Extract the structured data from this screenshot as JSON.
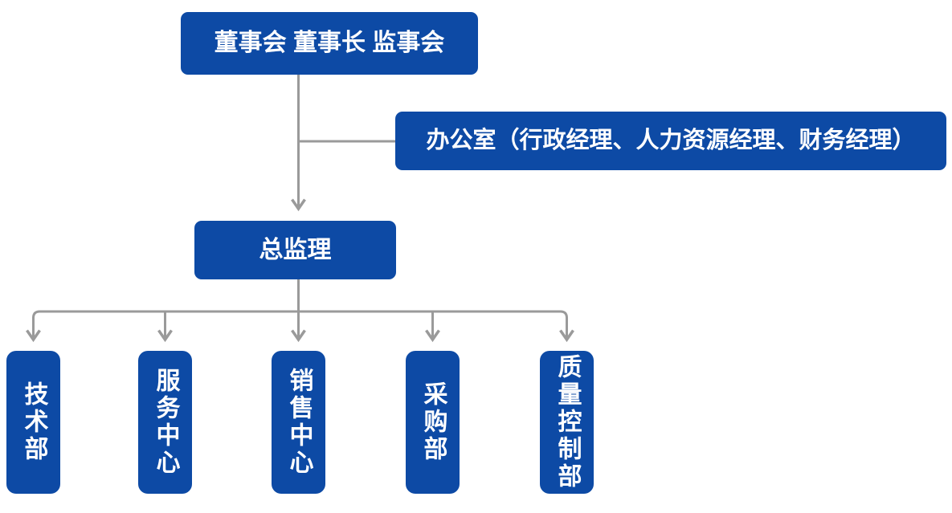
{
  "chart": {
    "nodes": {
      "board": "董事会 董事长 监事会",
      "office": "办公室（行政经理、人力资源经理、财务经理）",
      "chief_supervisor": "总监理",
      "departments": [
        "技术部",
        "服务中心",
        "销售中心",
        "采购部",
        "质量控制部"
      ]
    },
    "edges": [
      {
        "from": "board",
        "to": "office",
        "arrow": false
      },
      {
        "from": "board",
        "to": "chief_supervisor",
        "arrow": true
      },
      {
        "from": "chief_supervisor",
        "to": "技术部",
        "arrow": true
      },
      {
        "from": "chief_supervisor",
        "to": "服务中心",
        "arrow": true
      },
      {
        "from": "chief_supervisor",
        "to": "销售中心",
        "arrow": true
      },
      {
        "from": "chief_supervisor",
        "to": "采购部",
        "arrow": true
      },
      {
        "from": "chief_supervisor",
        "to": "质量控制部",
        "arrow": true
      }
    ],
    "colors": {
      "node_fill": "#0d4aa5",
      "node_text": "#ffffff",
      "connector": "#9a9a9a",
      "background": "#ffffff"
    }
  }
}
